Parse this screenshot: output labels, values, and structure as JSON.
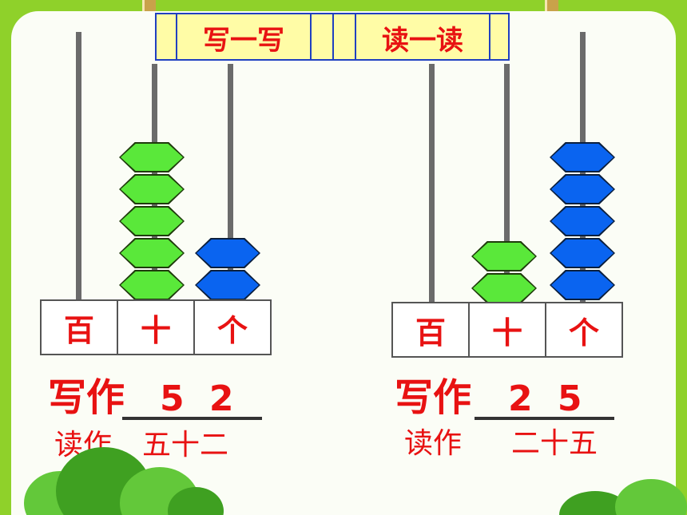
{
  "banner": {
    "write_title": "写一写",
    "read_title": "读一读"
  },
  "colors": {
    "green_bead": "#5ae83a",
    "blue_bead": "#0a64f0",
    "text_red": "#e81212",
    "background": "#8fd12a"
  },
  "left_abacus": {
    "place_labels": [
      "百",
      "十",
      "个"
    ],
    "beads": {
      "hundreds": 0,
      "tens": 5,
      "ones": 2
    },
    "write_label": "写作",
    "write_value": "5 2",
    "read_label": "读作",
    "read_value": "五十二"
  },
  "right_abacus": {
    "place_labels": [
      "百",
      "十",
      "个"
    ],
    "beads": {
      "hundreds": 0,
      "tens": 2,
      "ones": 5
    },
    "write_label": "写作",
    "write_value": "2 5",
    "read_label": "读作",
    "read_value": "二十五"
  }
}
